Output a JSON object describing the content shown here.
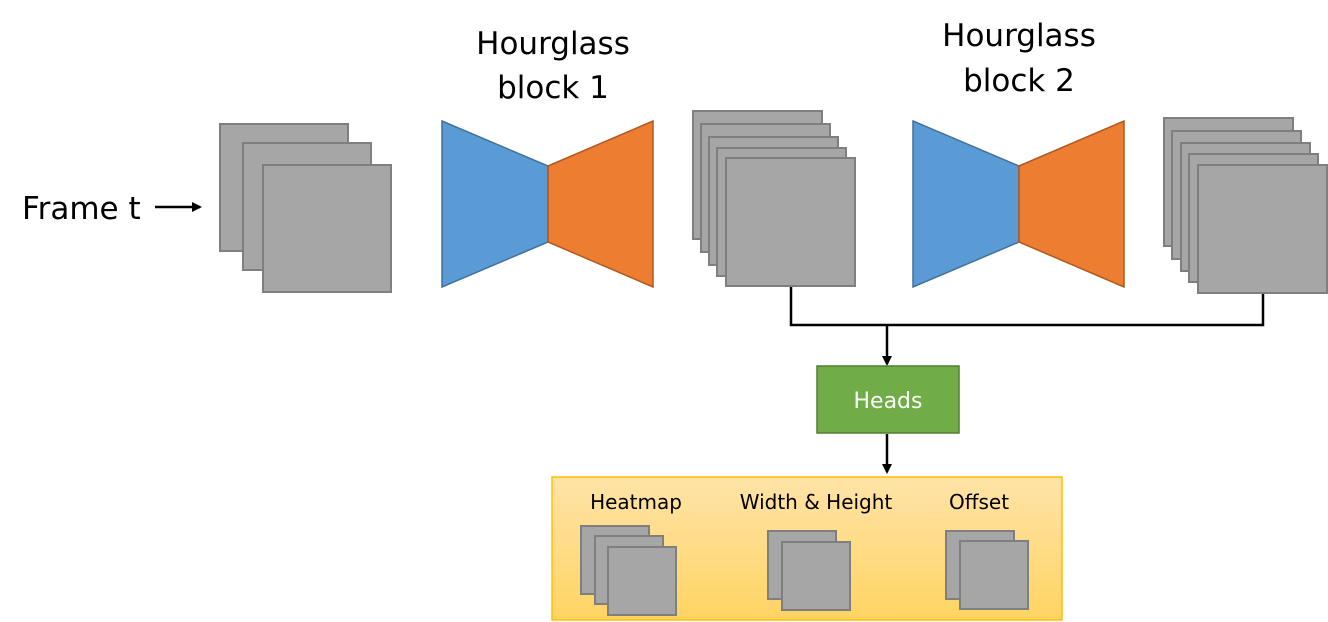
{
  "input": {
    "label": "Frame t"
  },
  "blocks": [
    {
      "line1": "Hourglass",
      "line2": "block 1"
    },
    {
      "line1": "Hourglass",
      "line2": "block 2"
    }
  ],
  "heads": {
    "label": "Heads"
  },
  "outputs": [
    {
      "label": "Heatmap"
    },
    {
      "label": "Width & Height"
    },
    {
      "label": "Offset"
    }
  ],
  "colors": {
    "feature_map_fill": "#a6a6a6",
    "feature_map_stroke": "#7f7f7f",
    "encoder_blue": "#5b9bd5",
    "decoder_orange": "#ed7d31",
    "heads_green": "#70ad47",
    "output_panel_top": "#ffe0a0",
    "output_panel_bottom": "#ffd966",
    "output_panel_border": "#ffc000",
    "connector": "#000000"
  }
}
